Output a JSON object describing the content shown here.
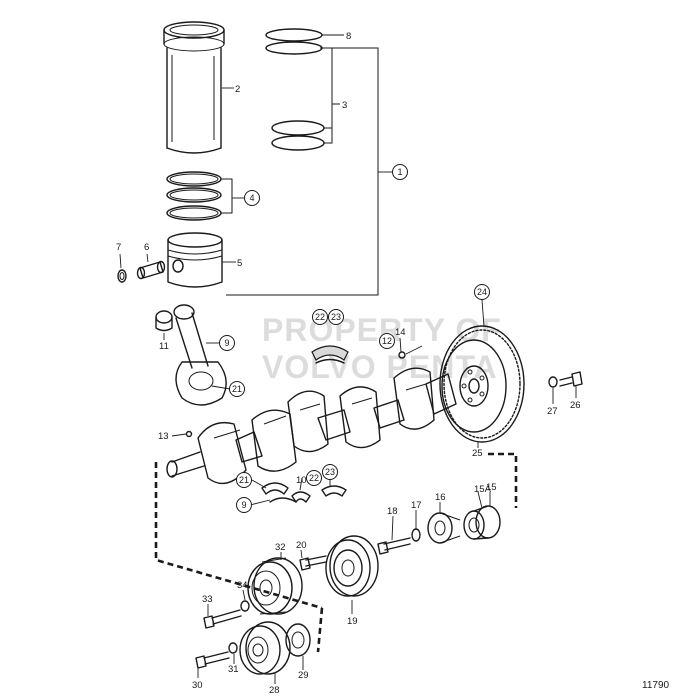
{
  "watermark": {
    "line1": "PROPERTY OF",
    "line2": "VOLVO PENTA"
  },
  "reference_number": "11790",
  "callouts": {
    "c1": "1",
    "c2": "2",
    "c3": "3",
    "c4": "4",
    "c5": "5",
    "c6": "6",
    "c7": "7",
    "c8": "8",
    "c9a": "9",
    "c9b": "9",
    "c10": "10",
    "c11": "11",
    "c12": "12",
    "c13": "13",
    "c14": "14",
    "c15": "15",
    "c15a": "15A",
    "c16": "16",
    "c17": "17",
    "c18": "18",
    "c19": "19",
    "c20": "20",
    "c21a": "21",
    "c21b": "21",
    "c22a": "22",
    "c22b": "22",
    "c23a": "23",
    "c23b": "23",
    "c24": "24",
    "c25": "25",
    "c26": "26",
    "c27": "27",
    "c28": "28",
    "c29": "29",
    "c30": "30",
    "c31": "31",
    "c32": "32",
    "c33": "33",
    "c34": "34"
  }
}
